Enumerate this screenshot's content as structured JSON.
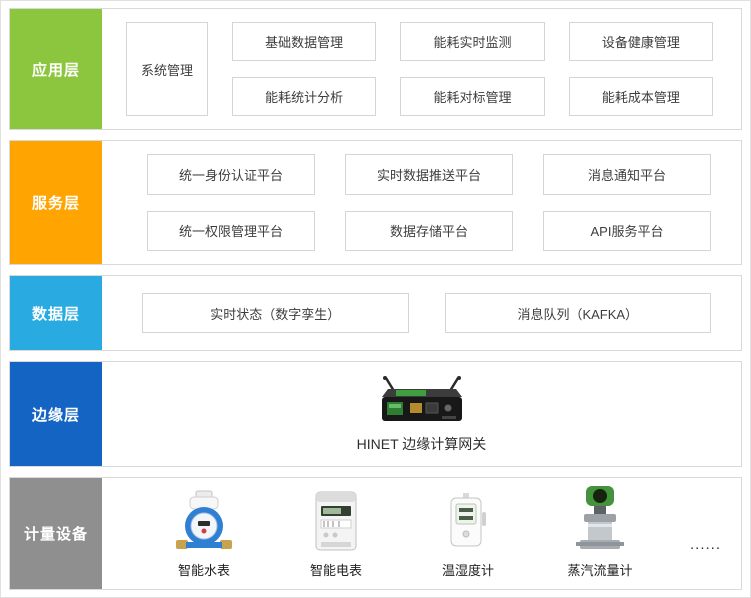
{
  "layers": {
    "application": {
      "label": "应用层",
      "system_box": "系统管理",
      "boxes": [
        "基础数据管理",
        "能耗实时监测",
        "设备健康管理",
        "能耗统计分析",
        "能耗对标管理",
        "能耗成本管理"
      ]
    },
    "service": {
      "label": "服务层",
      "boxes": [
        "统一身份认证平台",
        "实时数据推送平台",
        "消息通知平台",
        "统一权限管理平台",
        "数据存储平台",
        "API服务平台"
      ]
    },
    "data": {
      "label": "数据层",
      "boxes": [
        "实时状态（数字孪生）",
        "消息队列（KAFKA）"
      ]
    },
    "edge": {
      "label": "边缘层",
      "gateway_caption": "HINET 边缘计算网关"
    },
    "metering": {
      "label": "计量设备",
      "devices": [
        "智能水表",
        "智能电表",
        "温湿度计",
        "蒸汽流量计"
      ],
      "ellipsis": "......"
    }
  },
  "colors": {
    "application_label": "#8CC63F",
    "service_label": "#FFA400",
    "data_label": "#29ABE2",
    "edge_label": "#1464C4",
    "metering_label": "#8F8F8F",
    "box_border": "#D5D5D5"
  }
}
